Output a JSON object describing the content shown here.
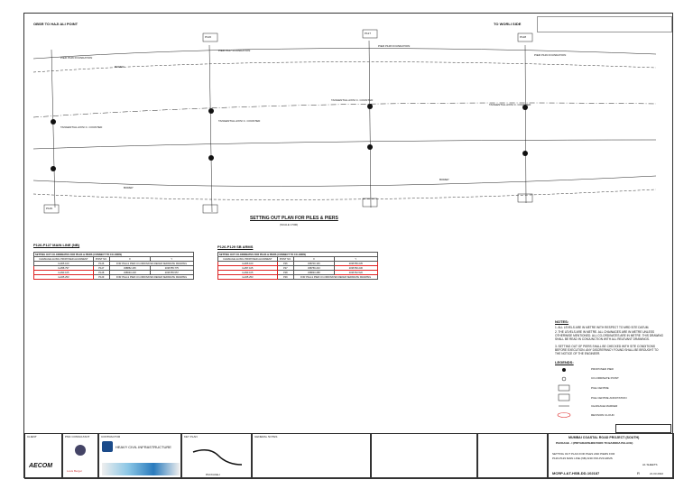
{
  "header": {
    "left_direction": "OBSR TO HAJI ALI POINT",
    "right_direction": "TO WORLI SIDE"
  },
  "plan": {
    "title": "SETTING OUT PLAN FOR PILES & PIERS",
    "scale": "(SCALE 1:500)",
    "pier_labels": [
      "P126",
      "P127",
      "P128",
      "P129"
    ],
    "foundation_labels": [
      "PIER P126 FOUNDATION",
      "PIER P127 FOUNDATION",
      "PIER P128 FOUNDATION",
      "PIER P129 FOUNDATION"
    ],
    "tangent_labels": [
      "TANGENTIAL AXIS/ C. COUNTED",
      "TANGENTIAL AXIS/ C. COUNTED",
      "TANGENTIAL AXIS/ C. COUNTED",
      "TANGENTIAL AXIS/ C. COUNTED"
    ],
    "road_labels": [
      "BOREP",
      "BOREP",
      "BOREP"
    ]
  },
  "tables": [
    {
      "title": "P126-P127 MAIN LINE (NB)",
      "heading": "SETTING OUT CO-ORDINATES FOR PILES & PIERS",
      "heading_note": "(CONNECT TO CO-ORDS)",
      "cols": [
        "CHAINAGE ALONG PROPOSED ALIGNMENT",
        "POINT NO.",
        "X",
        "Y"
      ],
      "rows": [
        [
          "3+905.100",
          "P126",
          "FOR PILE & PIER CO-ORDINATES REFER SEPARATE DRAWING",
          ""
        ],
        [
          "3+958.797",
          "P127",
          "338852.235",
          "2036755.775"
        ],
        [
          "3+993.105",
          "P128",
          "338933.218",
          "2036755.557"
        ],
        [
          "4+025.253",
          "P129",
          "FOR PILE & PIER CO-ORDINATES REFER SEPARATE DRAWING",
          ""
        ]
      ]
    },
    {
      "title": "P126-P129 SB ARMS",
      "heading": "SETTING OUT CO-ORDINATES FOR PILES & PIERS",
      "heading_note": "(CONNECT TO CO-ORDS)",
      "cols": [
        "CHAINAGE ALONG PROPOSED ALIGNMENT",
        "POINT NO.",
        "X",
        "Y"
      ],
      "rows": [
        [
          "3+905.100",
          "P26",
          "338700.106",
          "2036756.235"
        ],
        [
          "3+957.105",
          "P27",
          "338759.223",
          "2036760.230"
        ],
        [
          "3+993.105",
          "P28",
          "338833.288",
          "2036762.520"
        ],
        [
          "4+025.253",
          "P29",
          "FOR PILE & PIER CO-ORDINATES REFER SEPARATE DRAWING",
          ""
        ]
      ]
    }
  ],
  "notes": {
    "title": "NOTES:",
    "items": [
      "1. ALL LEVELS ARE IN METRE WITH RESPECT TO MRD SITE DATUM.",
      "2. THE LEVELS ARE IN METRE. ALL CHAINAGES ARE IN METRE UNLESS OTHERWISE MENTIONED. ALL CO-ORDINATES ARE IN METRE. THIS DRAWING SHALL BE READ IN CONJUNCTION WITH ALL RELEVANT DRAWINGS.",
      "3. SETTING OUT OF PIERS SHALL BE CHECKED WITH SITE CONDITIONS BEFORE EXECUTION. ANY DISCREPANCY FOUND SHALL BE BROUGHT TO THE NOTICE OF THE ENGINEER."
    ],
    "legend_title": "LEGENDS:",
    "legend": [
      "PROPOSED PIER",
      "CO-ORDINATE POINT",
      "PILE CENTRE",
      "PILE CENTRE ANNOTATION",
      "CHAINAGE MARKER",
      "REVISION CLOUD"
    ]
  },
  "titleblock": {
    "client_label": "CLIENT",
    "consultant_label": "PMC CONSULTANT",
    "contractor_label": "CONTRACTOR",
    "key_plan_label": "KEY PLAN",
    "general_notes_label": "GENERAL NOTES",
    "contractor_name": "HEAVY CIVIL INFRASTRUCTURE",
    "client_logo": "AECOM",
    "consultant_logo": "Louis Berger",
    "package": "PACKAGE-I",
    "project_title": "MUMBAI COASTAL ROAD PROJECT (SOUTH)",
    "project_sub": "PACKAGE - I (PRIYADARSHINI PARK TO BARODA PALACE)",
    "drawing_title_1": "SETTING OUT PLAN FOR PILES AND PIERS FOR",
    "drawing_title_2": "P126-P129 MAIN LINE (NB) AND P26-P29 ARMS",
    "drawing_no": "MCRP-L&T-HSB-DD-102187",
    "rev": "R",
    "date": "21.03.2022",
    "sheet": "A1 SHEETS"
  }
}
